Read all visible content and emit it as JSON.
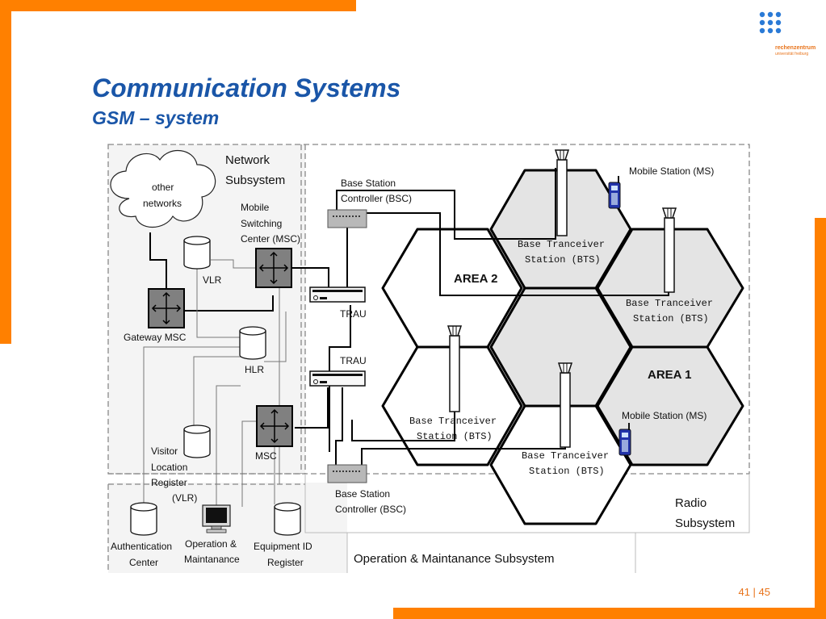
{
  "colors": {
    "accent_orange": "#ff8000",
    "title_blue": "#1a56a8",
    "logo_blue": "#2a7ad6",
    "hex_fill": "#e4e4e4",
    "switch_fill": "#808080"
  },
  "header": {
    "title": "Communication Systems",
    "subtitle": "GSM – system"
  },
  "logo": {
    "icon": "dot-grid-logo",
    "line1": "rechenzentrum",
    "line2": "universität freiburg"
  },
  "footer": {
    "page": "41 | 45"
  },
  "diagram": {
    "regions": {
      "network": [
        "Network",
        "Subsystem"
      ],
      "radio": [
        "Radio",
        "Subsystem"
      ],
      "oms": "Operation & Maintanance Subsystem"
    },
    "cloud": [
      "other",
      "networks"
    ],
    "msc_label": [
      "Mobile",
      "Switching",
      "Center (MSC)"
    ],
    "vlr": "VLR",
    "gmsc": "Gateway MSC",
    "hlr": "HLR",
    "msc2": "MSC",
    "visitor": [
      "Visitor",
      "Location",
      "Register",
      "(VLR)"
    ],
    "auc": [
      "Authentication",
      "Center"
    ],
    "omc": [
      "Operation &",
      "Maintanance"
    ],
    "eir": [
      "Equipment ID",
      "Register"
    ],
    "trau": "TRAU",
    "bsc_top": [
      "Base Station",
      "Controller (BSC)"
    ],
    "bsc_bottom": [
      "Base Station",
      "Controller (BSC)"
    ],
    "bts": [
      "Base Tranceiver",
      "Station (BTS)"
    ],
    "area1": "AREA 1",
    "area2": "AREA 2",
    "ms": "Mobile Station (MS)"
  }
}
